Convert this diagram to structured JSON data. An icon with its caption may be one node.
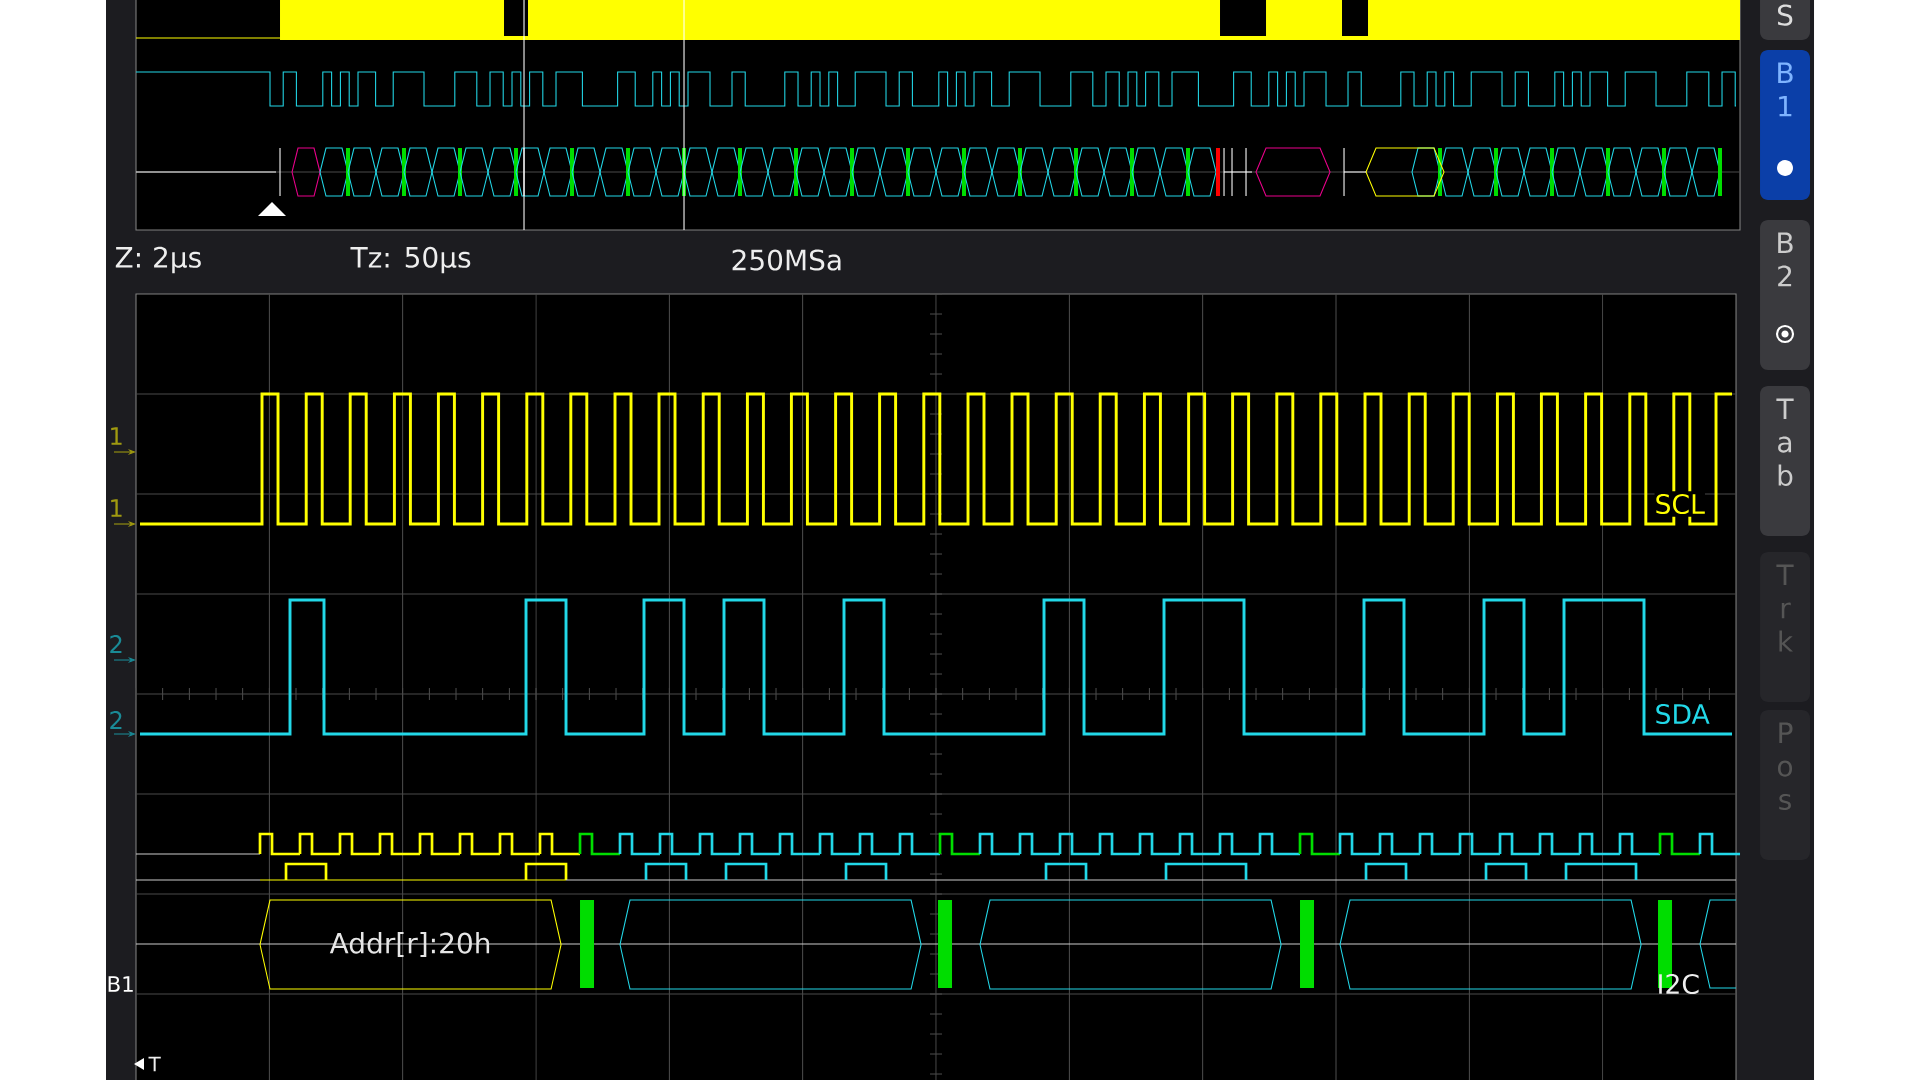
{
  "diagram": {
    "nodes": [
      {
        "text": [
          "S"
        ]
      },
      {
        "text": [
          "B 1"
        ]
      },
      {
        "text": [
          "B 2"
        ]
      },
      {
        "text": [
          "T a b"
        ]
      },
      {
        "text": [
          "T r k"
        ]
      },
      {
        "text": [
          "P o s"
        ]
      },
      {
        "text": [
          "Addr[r]:20h"
        ]
      },
      {
        "text": [],
        "shape": "hexagon"
      },
      {
        "text": [],
        "shape": "hexagon"
      },
      {
        "text": [],
        "shape": "hexagon"
      }
    ],
    "edges": [],
    "labels": [
      "Z: 2µs",
      "Tz: 50µs",
      "250MSa",
      "1",
      "1",
      "2",
      "2",
      "SCL",
      "SDA",
      "I2C",
      "B1",
      "T"
    ]
  }
}
